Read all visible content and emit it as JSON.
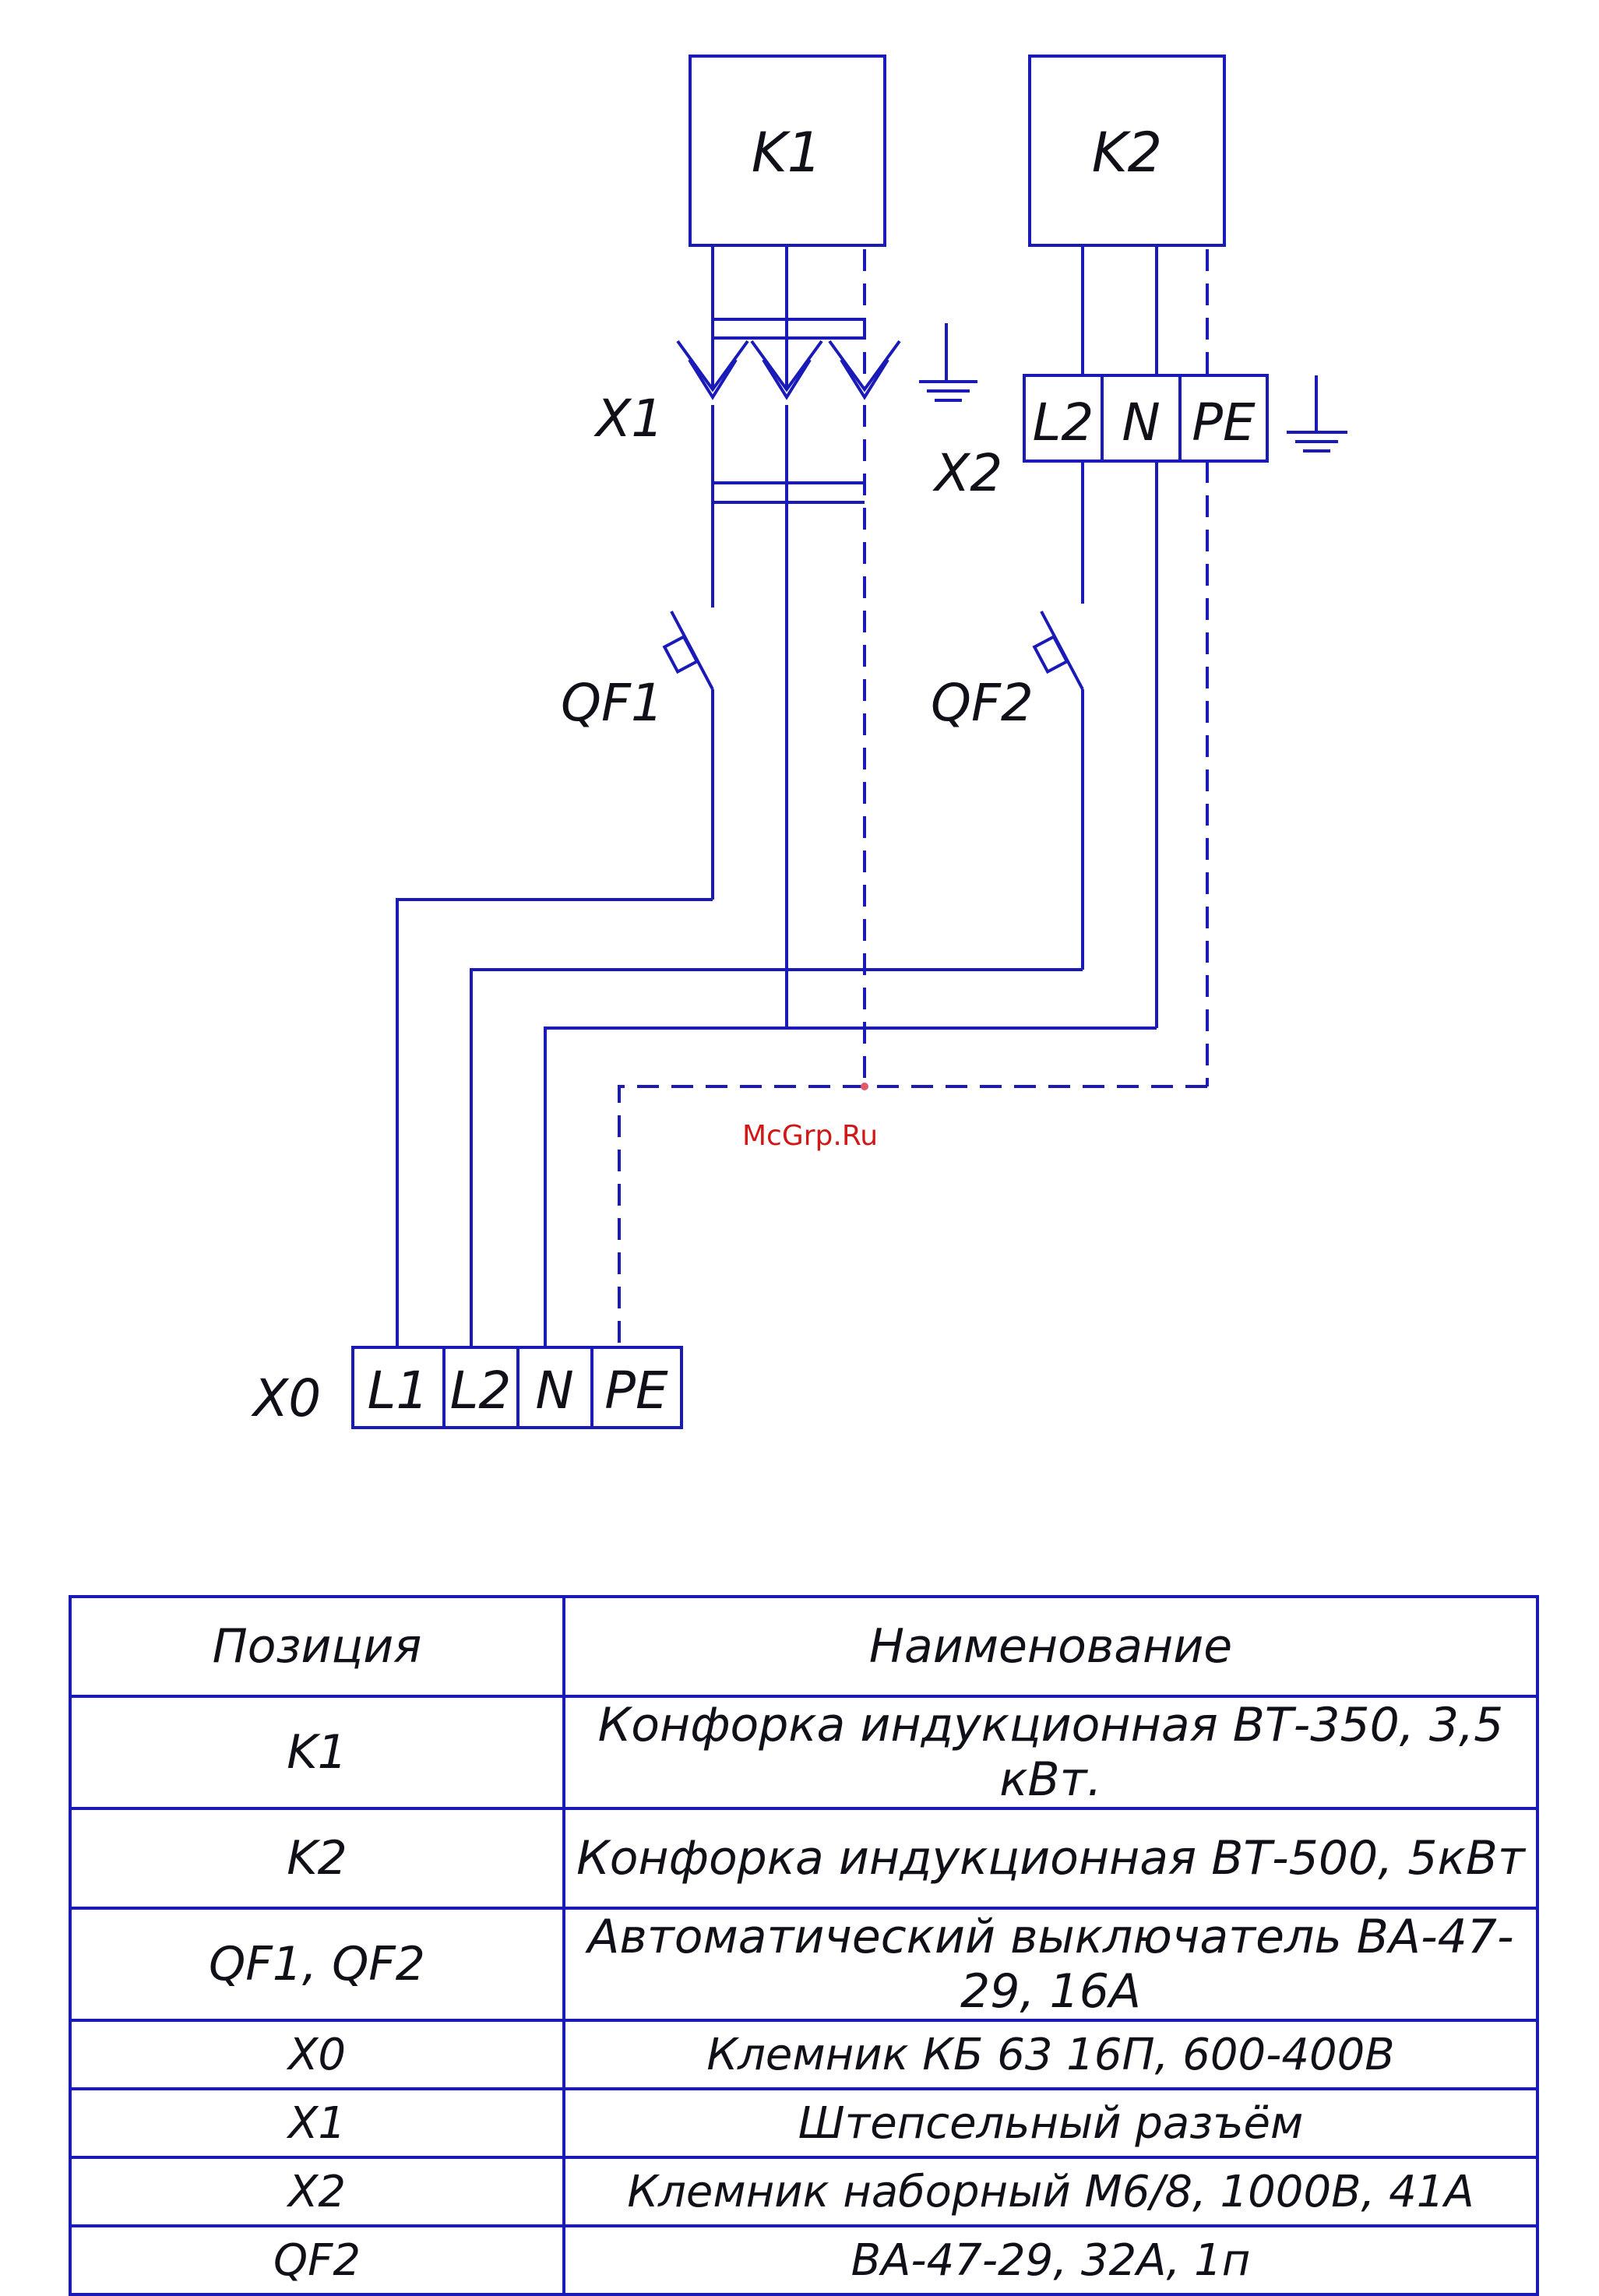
{
  "diagram": {
    "blocks": [
      {
        "id": "k1",
        "label": "K1"
      },
      {
        "id": "k2",
        "label": "K2"
      }
    ],
    "connectors": {
      "x1": "X1",
      "x2": "X2",
      "x0": "X0",
      "qf1": "QF1",
      "qf2": "QF2"
    },
    "x2_terminals": [
      "L2",
      "N",
      "PE"
    ],
    "x0_terminals": [
      "L1",
      "L2",
      "N",
      "PE"
    ],
    "watermark": "McGrp.Ru"
  },
  "table": {
    "headers": [
      "Позиция",
      "Наименование"
    ],
    "rows": [
      [
        "K1",
        "Конфорка индукционная ВТ-350, 3,5 кВт."
      ],
      [
        "K2",
        "Конфорка индукционная ВТ-500, 5кВт"
      ],
      [
        "QF1, QF2",
        "Автоматический выключатель ВА-47-29, 16А"
      ],
      [
        "X0",
        "Клемник КБ 63 16П, 600-400В"
      ],
      [
        "X1",
        "Штепсельный разъём"
      ],
      [
        "X2",
        "Клемник наборный М6/8, 1000В, 41А"
      ],
      [
        "QF2",
        "ВА-47-29, 32А, 1п"
      ]
    ]
  },
  "colors": {
    "line": "#1a1ab8",
    "text": "#101018",
    "watermark": "#d01818"
  }
}
